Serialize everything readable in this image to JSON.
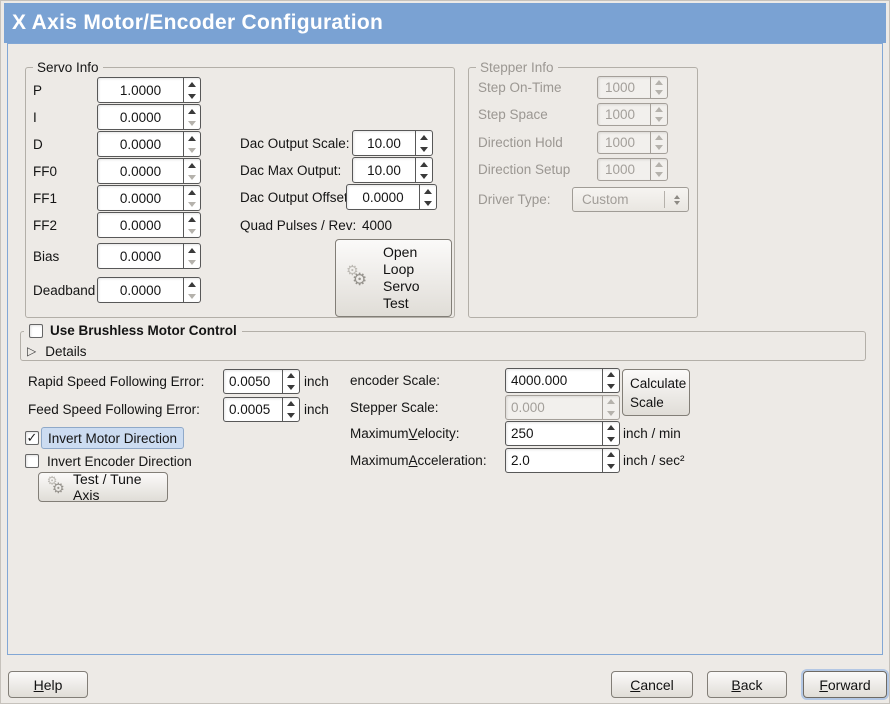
{
  "window": {
    "title": "X Axis Motor/Encoder Configuration"
  },
  "colors": {
    "titlebar": "#7aa2d3",
    "focus_highlight": "#ccdcf1"
  },
  "servo": {
    "frame_label": "Servo Info",
    "rows": [
      {
        "label": "P",
        "value": "1.0000"
      },
      {
        "label": "I",
        "value": "0.0000"
      },
      {
        "label": "D",
        "value": "0.0000"
      },
      {
        "label": "FF0",
        "value": "0.0000"
      },
      {
        "label": "FF1",
        "value": "0.0000"
      },
      {
        "label": "FF2",
        "value": "0.0000"
      },
      {
        "label": "Bias",
        "value": "0.0000"
      },
      {
        "label": "Deadband",
        "value": "0.0000"
      }
    ],
    "dac": [
      {
        "label": "Dac Output Scale:",
        "value": "10.00"
      },
      {
        "label": "Dac Max Output:",
        "value": "10.00"
      },
      {
        "label": "Dac Output Offset:",
        "value": "0.0000"
      }
    ],
    "quad_label": "Quad Pulses / Rev:",
    "quad_value": "4000",
    "open_loop_button": "Open Loop Servo Test"
  },
  "stepper": {
    "frame_label": "Stepper Info",
    "rows": [
      {
        "label": "Step On-Time",
        "value": "1000"
      },
      {
        "label": "Step Space",
        "value": "1000"
      },
      {
        "label": "Direction Hold",
        "value": "1000"
      },
      {
        "label": "Direction Setup",
        "value": "1000"
      }
    ],
    "driver_label": "Driver Type:",
    "driver_value": "Custom"
  },
  "brushless": {
    "label": "Use Brushless Motor Control",
    "details": "Details"
  },
  "errors": {
    "rapid_label": "Rapid Speed Following Error:",
    "rapid_value": "0.0050",
    "rapid_unit": "inch",
    "feed_label": "Feed Speed Following Error:",
    "feed_value": "0.0005",
    "feed_unit": "inch"
  },
  "invert": {
    "motor": "Invert Motor Direction",
    "encoder": "Invert Encoder Direction"
  },
  "test_button": "Test / Tune Axis",
  "scales": {
    "encoder_label": "encoder Scale:",
    "encoder_value": "4000.000",
    "calc_line1": "Calculate",
    "calc_line2": "Scale",
    "stepper_label": "Stepper Scale:",
    "stepper_value": "0.000",
    "vel_pre": "Maximum ",
    "vel_mn": "V",
    "vel_post": "elocity:",
    "vel_value": "250",
    "vel_unit": "inch / min",
    "acc_pre": "Maximum ",
    "acc_mn": "A",
    "acc_post": "cceleration:",
    "acc_value": "2.0",
    "acc_unit": "inch / sec²"
  },
  "actions": {
    "help_mn": "H",
    "help_post": "elp",
    "cancel_mn": "C",
    "cancel_post": "ancel",
    "back_mn": "B",
    "back_post": "ack",
    "forward_mn": "F",
    "forward_post": "orward"
  }
}
